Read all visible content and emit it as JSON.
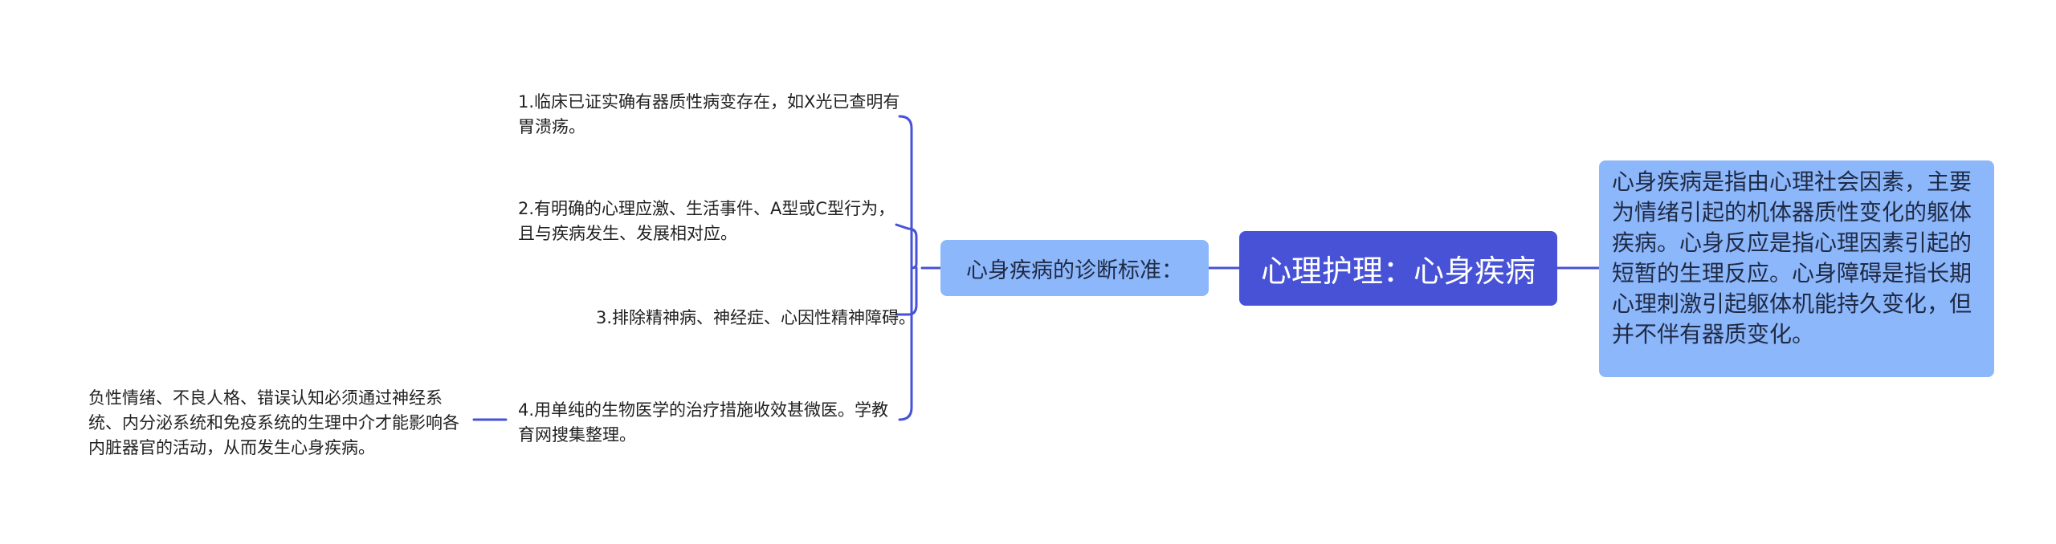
{
  "mindmap": {
    "root": {
      "label": "心理护理：心身疾病"
    },
    "definition": {
      "text": "心身疾病是指由心理社会因素，主要为情绪引起的机体器质性变化的躯体疾病。心身反应是指心理因素引起的短暂的生理反应。心身障碍是指长期心理刺激引起躯体机能持久变化，但并不伴有器质变化。"
    },
    "criteria": {
      "label": "心身疾病的诊断标准：",
      "items": [
        {
          "text": "1.临床已证实确有器质性病变存在，如X光已查明有胃溃疡。"
        },
        {
          "text": "2.有明确的心理应激、生活事件、A型或C型行为，且与疾病发生、发展相对应。"
        },
        {
          "text": "3.排除精神病、神经症、心因性精神障碍。"
        },
        {
          "text": "4.用单纯的生物医学的治疗措施收效甚微医。学教育网搜集整理。"
        }
      ],
      "note": {
        "text": "负性情绪、不良人格、错误认知必须通过神经系统、内分泌系统和免疫系统的生理中介才能影响各内脏器官的活动，从而发生心身疾病。"
      }
    },
    "colors": {
      "root": "#4752d6",
      "node": "#8db7fb",
      "connector": "#4752d6"
    }
  }
}
